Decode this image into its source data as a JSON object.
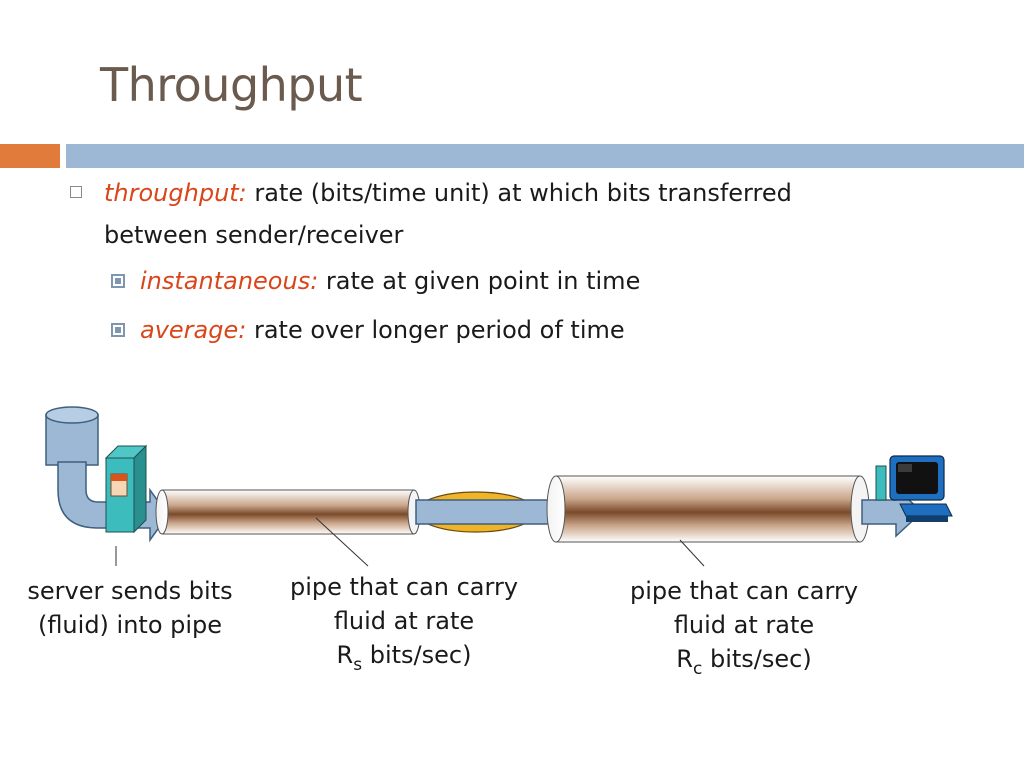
{
  "slide": {
    "title": "Throughput"
  },
  "bullets": {
    "main_term": "throughput:",
    "main_text": " rate (bits/time unit) at which bits transferred between sender/receiver",
    "sub": [
      {
        "term": "instantaneous:",
        "text": " rate at given point in time"
      },
      {
        "term": "average:",
        "text": " rate over longer period of time"
      }
    ]
  },
  "diagram": {
    "server_caption_line1": "server sends bits",
    "server_caption_line2": "(fluid) into pipe",
    "pipe_s_caption_line1": "pipe that can carry",
    "pipe_s_caption_line2": "fluid at rate",
    "pipe_s_rate_symbol": "R",
    "pipe_s_rate_sub": "s",
    "pipe_s_rate_unit": " bits/sec)",
    "pipe_c_caption_line1": "pipe that can carry",
    "pipe_c_caption_line2": "fluid at rate",
    "pipe_c_rate_symbol": "R",
    "pipe_c_rate_sub": "c",
    "pipe_c_rate_unit": " bits/sec)"
  },
  "colors": {
    "title": "#6b5a4e",
    "accent_orange": "#e07b3c",
    "accent_blue": "#9cb8d4",
    "term": "#d9461a",
    "arrow_fill": "#9cb8d4"
  }
}
